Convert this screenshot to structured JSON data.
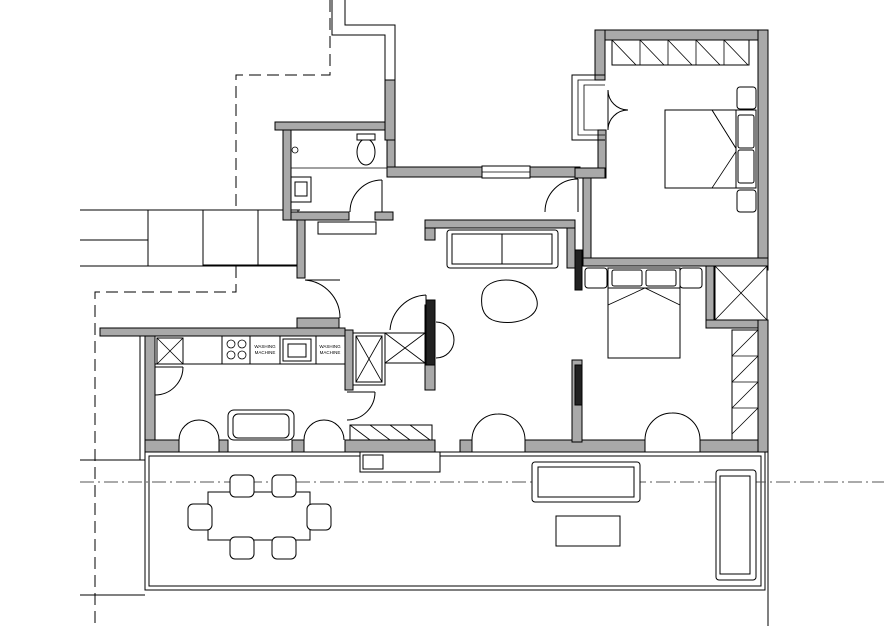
{
  "labels": {
    "washing_machine_1": [
      "WASHING",
      "MACHINE"
    ],
    "washing_machine_2": [
      "WASHING",
      "MACHINE"
    ]
  }
}
